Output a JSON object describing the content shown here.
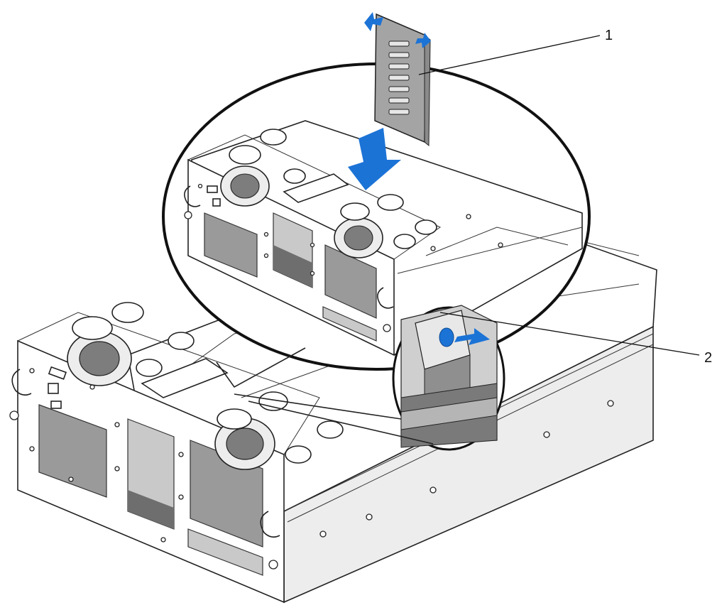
{
  "figure": {
    "description_visible": false,
    "callouts": [
      {
        "number": "1",
        "target": "backplane-board"
      },
      {
        "number": "2",
        "target": "release-latch"
      }
    ],
    "colors": {
      "accent_arrow": "#1c73d6",
      "line": "#222222",
      "panel_gray": "#9a9a9a",
      "light_gray": "#ededed"
    }
  }
}
